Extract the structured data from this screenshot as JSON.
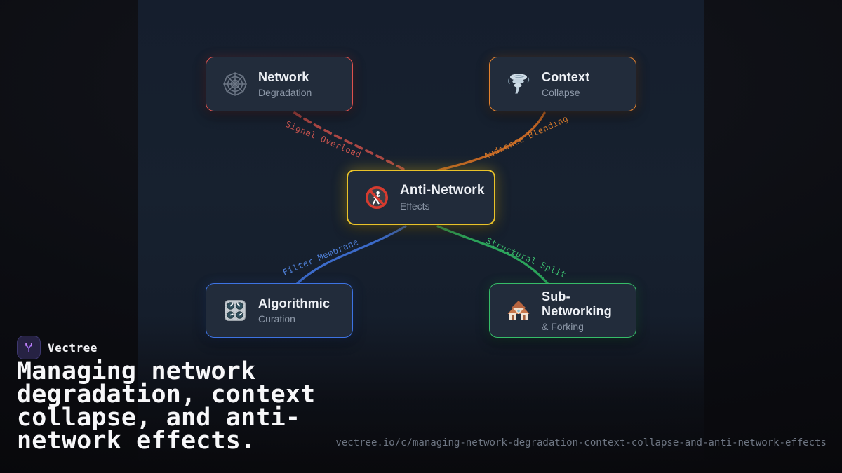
{
  "brand": {
    "name": "Vectree",
    "logo_icon": "vectree-logo-icon",
    "logo_color": "#a06bf2"
  },
  "hero": {
    "title": "Managing network degradation, context collapse, and anti-network effects.",
    "title_lines": [
      "Managing network",
      "degradation, context",
      "collapse, and anti-",
      "network effects."
    ],
    "url": "vectree.io/c/managing-network-degradation-context-collapse-and-anti-network-effects"
  },
  "diagram": {
    "center": {
      "title": "Anti-Network",
      "subtitle": "Effects",
      "icon": "no-pedestrians-icon",
      "accent": "#e9c229"
    },
    "nodes": [
      {
        "title": "Network",
        "subtitle": "Degradation",
        "icon": "spider-web-icon",
        "accent": "#de514d",
        "position": "top-left"
      },
      {
        "title": "Context",
        "subtitle": "Collapse",
        "icon": "tornado-icon",
        "accent": "#e5822e",
        "position": "top-right"
      },
      {
        "title": "Algorithmic",
        "subtitle": "Curation",
        "icon": "control-knobs-icon",
        "accent": "#3d73e3",
        "position": "bottom-left"
      },
      {
        "title": "Sub-Networking",
        "subtitle": "& Forking",
        "icon": "houses-icon",
        "accent": "#36bd68",
        "position": "bottom-right"
      }
    ],
    "edges": [
      {
        "label": "Signal Overload",
        "from": "Network Degradation",
        "to": "Anti-Network Effects",
        "color": "#ab4744",
        "style": "dashed"
      },
      {
        "label": "Audience Blending",
        "from": "Context Collapse",
        "to": "Anti-Network Effects",
        "color": "#bf6425",
        "style": "solid"
      },
      {
        "label": "Filter Membrane",
        "from": "Algorithmic Curation",
        "to": "Anti-Network Effects",
        "color": "#3c6bca",
        "style": "solid"
      },
      {
        "label": "Structural Split",
        "from": "Anti-Network Effects",
        "to": "Sub-Networking & Forking",
        "color": "#2ca45b",
        "style": "solid"
      }
    ]
  }
}
